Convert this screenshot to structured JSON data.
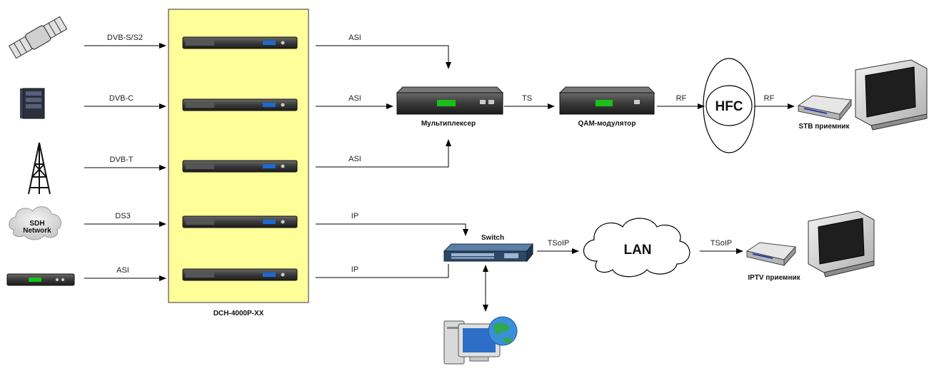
{
  "panel": {
    "title": "DCH-4000P-XX",
    "fill": "#ffff99",
    "stroke": "#555555"
  },
  "sources": [
    {
      "name": "satellite-icon",
      "label": "DVB-S/S2"
    },
    {
      "name": "server-icon",
      "label": "DVB-C"
    },
    {
      "name": "antenna-tower-icon",
      "label": "DVB-T"
    },
    {
      "name": "sdh-cloud-icon",
      "label": "DS3",
      "cloud_text": "SDH\nNetwork"
    },
    {
      "name": "rack-device-icon",
      "label": "ASI"
    }
  ],
  "outputs": [
    "ASI",
    "ASI",
    "ASI",
    "IP",
    "IP"
  ],
  "top_path": {
    "mux_label": "Мультиплексер",
    "ts_label": "TS",
    "qam_label": "QAM-модулятор",
    "rf_in": "RF",
    "hfc": "HFC",
    "rf_out": "RF",
    "stb_label": "STB приемник"
  },
  "bottom_path": {
    "switch_label": "Switch",
    "tsoip_in": "TSoIP",
    "lan": "LAN",
    "tsoip_out": "TSoIP",
    "iptv_label": "IPTV приемник"
  },
  "colors": {
    "accent": "#1a8a1a",
    "device": "#2d2d2d",
    "screen": "#18c018"
  }
}
